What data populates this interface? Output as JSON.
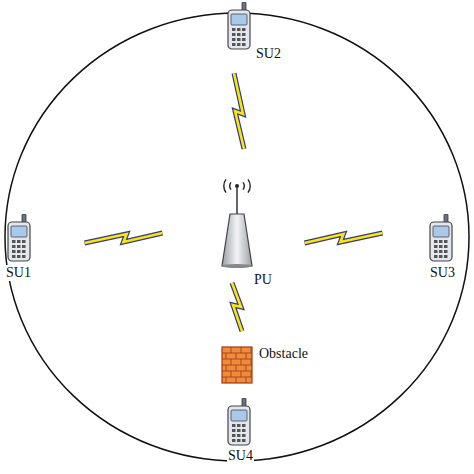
{
  "diagram": {
    "nodes": [
      {
        "text": [
          "SU2"
        ]
      },
      {
        "text": [
          "SU1"
        ]
      },
      {
        "text": [
          "PU"
        ]
      },
      {
        "text": [
          "SU3"
        ]
      },
      {
        "text": [
          "Obstacle"
        ]
      },
      {
        "text": [
          "SU4"
        ]
      }
    ],
    "edges": [
      {
        "from": 2,
        "to": 0,
        "arrow": "none"
      },
      {
        "from": 2,
        "to": 1,
        "arrow": "none"
      },
      {
        "from": 2,
        "to": 3,
        "arrow": "none"
      },
      {
        "from": 2,
        "to": 4,
        "arrow": "none"
      }
    ]
  }
}
